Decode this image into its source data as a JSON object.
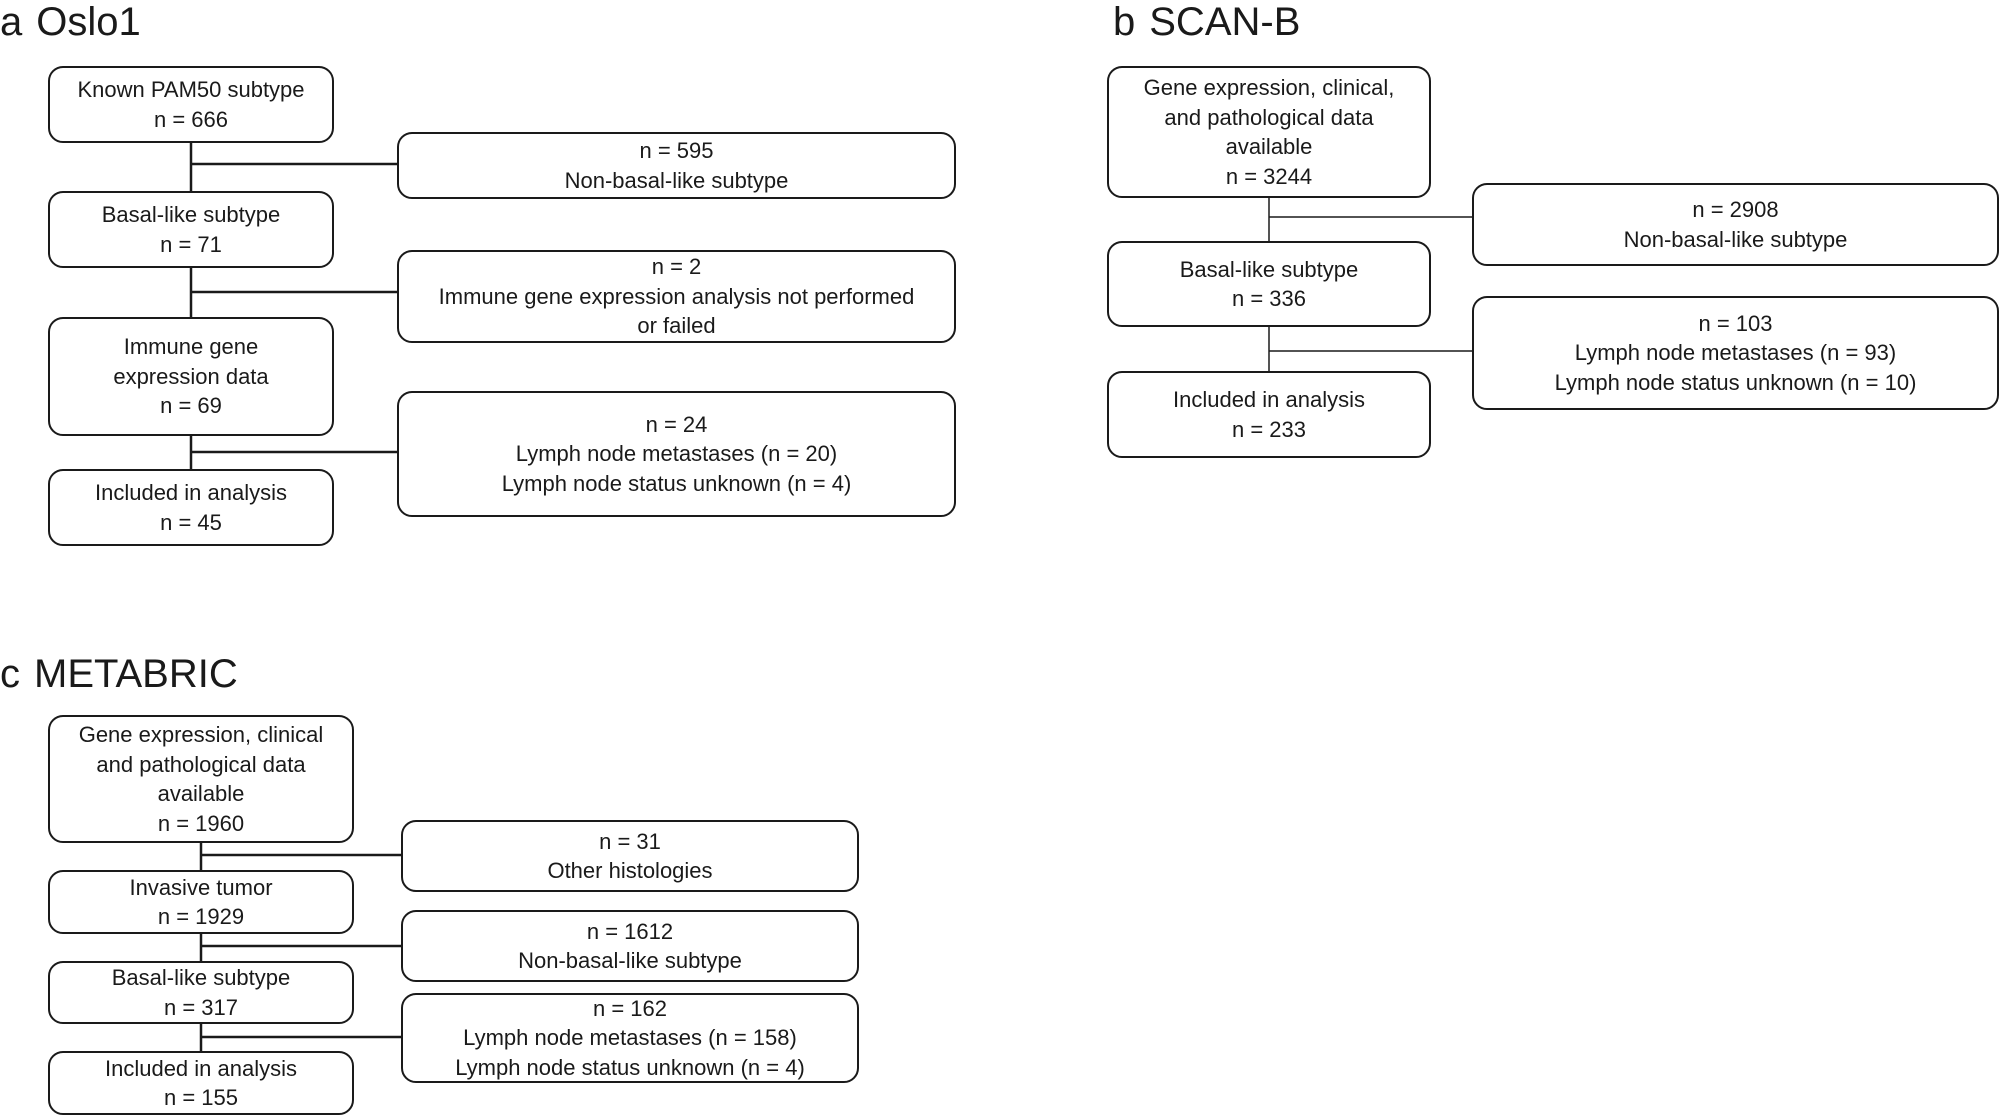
{
  "panels": {
    "a": {
      "letter": "a",
      "title": "Oslo1",
      "boxes": {
        "known": [
          "Known PAM50 subtype",
          "n = 666"
        ],
        "excl1": [
          "n = 595",
          "Non-basal-like subtype"
        ],
        "basal": [
          "Basal-like subtype",
          "n = 71"
        ],
        "excl2": [
          "n = 2",
          "Immune gene expression analysis not performed",
          "or failed"
        ],
        "immune": [
          "Immune gene",
          "expression data",
          "n = 69"
        ],
        "excl3": [
          "n = 24",
          "Lymph node metastases (n = 20)",
          "Lymph node status unknown (n = 4)"
        ],
        "included": [
          "Included in analysis",
          "n = 45"
        ]
      }
    },
    "b": {
      "letter": "b",
      "title": "SCAN-B",
      "boxes": {
        "gene": [
          "Gene expression, clinical,",
          "and pathological data",
          "available",
          "n = 3244"
        ],
        "excl1": [
          "n = 2908",
          "Non-basal-like subtype"
        ],
        "basal": [
          "Basal-like subtype",
          "n = 336"
        ],
        "excl2": [
          "n = 103",
          "Lymph node metastases (n = 93)",
          "Lymph node  status unknown (n = 10)"
        ],
        "included": [
          "Included in analysis",
          "n = 233"
        ]
      }
    },
    "c": {
      "letter": "c",
      "title": "METABRIC",
      "boxes": {
        "gene": [
          "Gene expression, clinical",
          "and pathological data",
          "available",
          "n = 1960"
        ],
        "excl1": [
          "n = 31",
          "Other histologies"
        ],
        "invasive": [
          "Invasive tumor",
          "n = 1929"
        ],
        "excl2": [
          "n = 1612",
          "Non-basal-like subtype"
        ],
        "basal": [
          "Basal-like subtype",
          "n = 317"
        ],
        "excl3": [
          "n = 162",
          "Lymph node metastases (n = 158)",
          "Lymph node status unknown (n = 4)"
        ],
        "included": [
          "Included in analysis",
          "n = 155"
        ]
      }
    }
  }
}
